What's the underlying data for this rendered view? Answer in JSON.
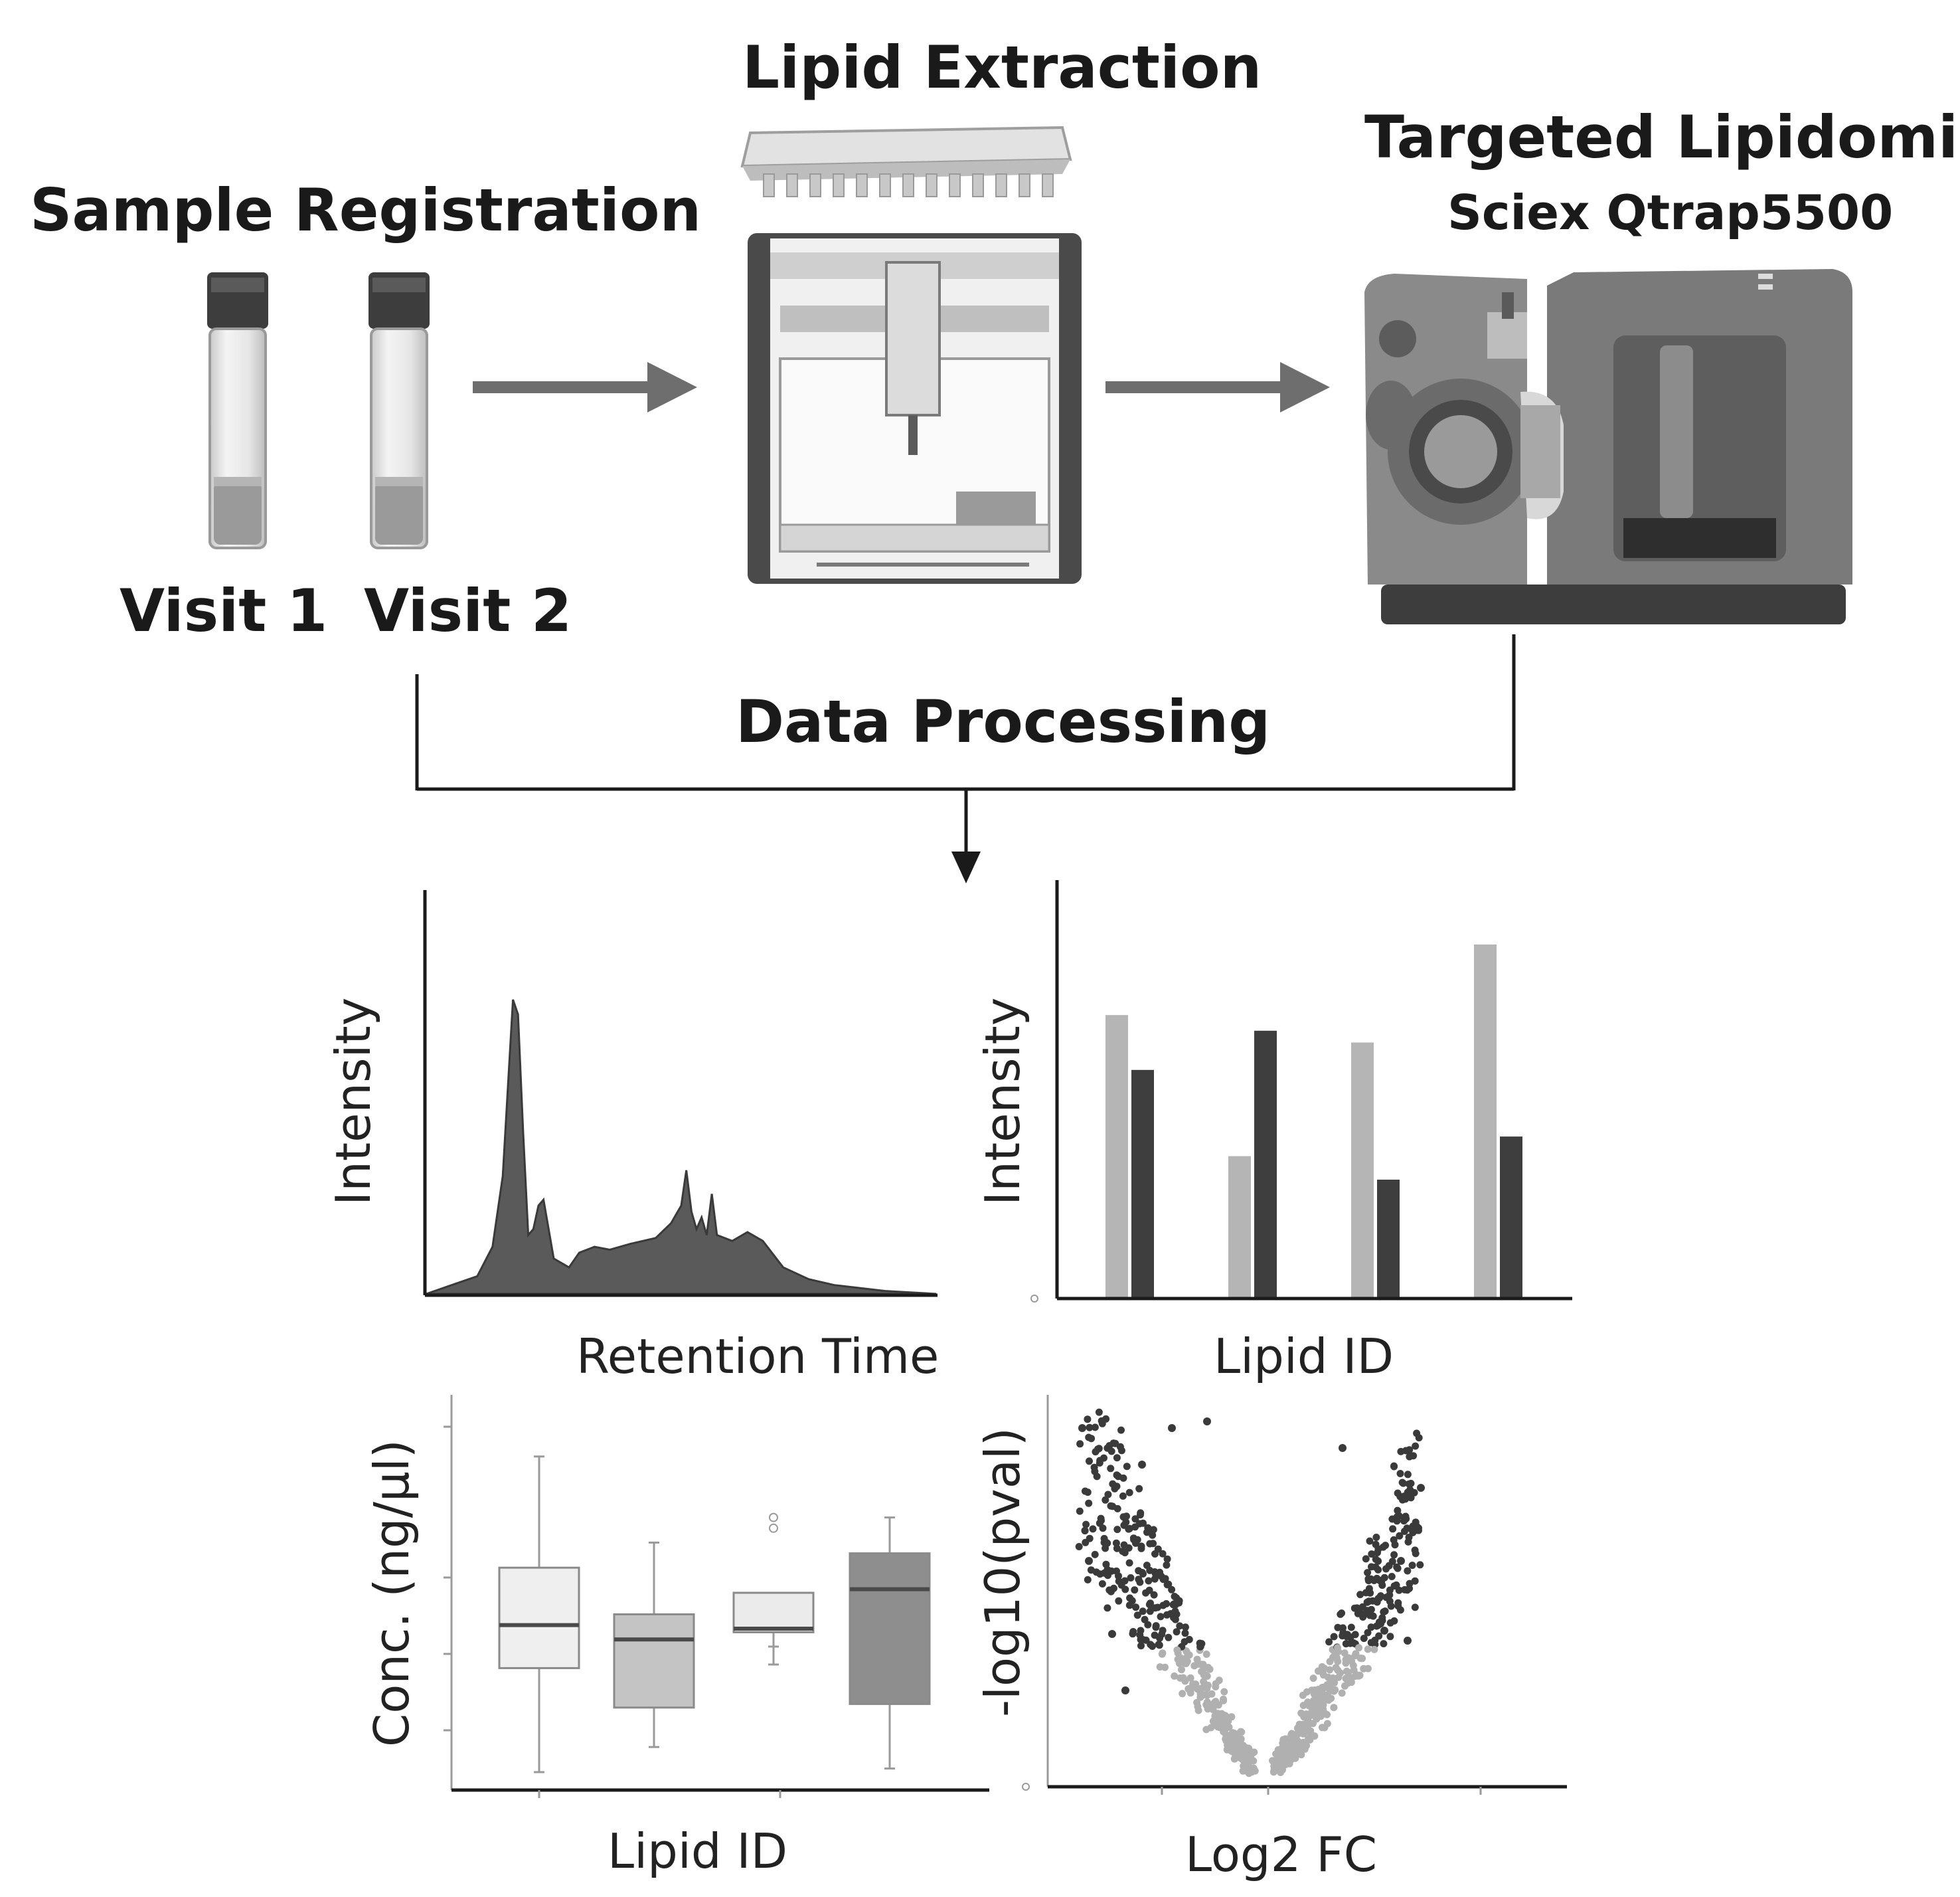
{
  "workflow": {
    "sample_registration": {
      "title": "Sample Registration",
      "visit1": "Visit 1",
      "visit2": "Visit 2"
    },
    "lipid_extraction": {
      "title": "Lipid Extraction"
    },
    "targeted_lipidomics": {
      "title": "Targeted Lipidomics",
      "instrument": "Sciex Qtrap5500"
    },
    "data_processing": {
      "title": "Data Processing"
    }
  },
  "chart_data": [
    {
      "type": "area",
      "xlabel": "Retention Time",
      "ylabel": "Intensity",
      "x": [
        0,
        5,
        10,
        13,
        15,
        17,
        18,
        19,
        20,
        21,
        22,
        23,
        25,
        28,
        30,
        33,
        36,
        40,
        45,
        48,
        50,
        51,
        52,
        53,
        54,
        55,
        56,
        57,
        60,
        63,
        66,
        70,
        75,
        80,
        90,
        100
      ],
      "y": [
        0,
        3,
        6,
        16,
        40,
        100,
        95,
        55,
        20,
        22,
        30,
        32,
        12,
        9,
        14,
        16,
        15,
        17,
        19,
        24,
        30,
        42,
        28,
        22,
        26,
        20,
        34,
        20,
        18,
        21,
        18,
        9,
        5,
        3,
        1,
        0
      ]
    },
    {
      "type": "bar",
      "xlabel": "Lipid ID",
      "ylabel": "Intensity",
      "series": [
        {
          "values": [
            72,
            36,
            65,
            90
          ],
          "color": "#b5b5b5"
        },
        {
          "values": [
            58,
            68,
            30,
            41
          ],
          "color": "#3e3e3e"
        }
      ]
    },
    {
      "type": "box",
      "xlabel": "Lipid ID",
      "ylabel": "Conc. (ng/µl)",
      "boxes": [
        {
          "min": 0.5,
          "q1": 3.4,
          "median": 4.6,
          "q3": 6.2,
          "max": 9.3,
          "color": "#efefef",
          "outliers": []
        },
        {
          "min": 1.2,
          "q1": 2.3,
          "median": 4.2,
          "q3": 4.9,
          "max": 6.9,
          "color": "#c4c4c4",
          "outliers": []
        },
        {
          "min": 3.5,
          "q1": 4.4,
          "median": 4.5,
          "q3": 5.5,
          "max": 4.0,
          "color": "#ebebeb",
          "outliers": [
            7.6,
            7.3
          ]
        },
        {
          "min": 0.6,
          "q1": 2.4,
          "median": 5.6,
          "q3": 6.6,
          "max": 7.6,
          "color": "#8e8e8e",
          "outliers": []
        }
      ]
    },
    {
      "type": "scatter",
      "xlabel": "Log2 FC",
      "ylabel": "-log10(pval)"
    }
  ],
  "colors": {
    "line": "#1a1a1a",
    "arrow_gray": "#6e6e6e",
    "area_fill": "#5a5a5a"
  }
}
